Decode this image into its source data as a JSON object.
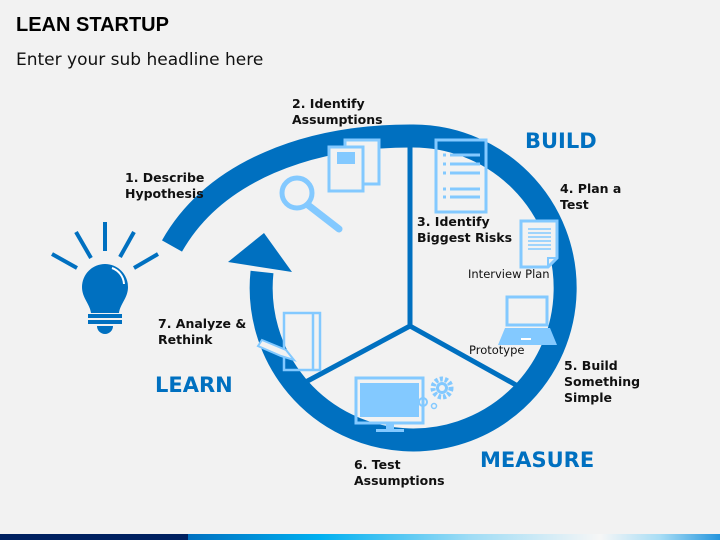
{
  "title": "LEAN STARTUP",
  "subtitle": "Enter your sub headline here",
  "phases": {
    "build": "BUILD",
    "measure": "MEASURE",
    "learn": "LEARN"
  },
  "steps": [
    {
      "label": "1. Describe\nHypothesis",
      "icon": "lightbulb-icon"
    },
    {
      "label": "2. Identify\nAssumptions",
      "icon": "documents-magnifier-icon"
    },
    {
      "label": "3. Identify\nBiggest Risks",
      "icon": "list-document-icon"
    },
    {
      "label": "4. Plan a\nTest",
      "icon": "document-icon",
      "caption": "Interview Plan"
    },
    {
      "label": "5. Build\nSomething\nSimple",
      "icon": "laptop-icon",
      "caption": "Prototype"
    },
    {
      "label": "6. Test\nAssumptions",
      "icon": "monitor-gears-icon"
    },
    {
      "label": "7. Analyze &\nRethink",
      "icon": "notebook-pencil-icon"
    }
  ],
  "colors": {
    "primary": "#0070c0",
    "icon": "#83c9ff",
    "background": "#f2f2f2"
  }
}
